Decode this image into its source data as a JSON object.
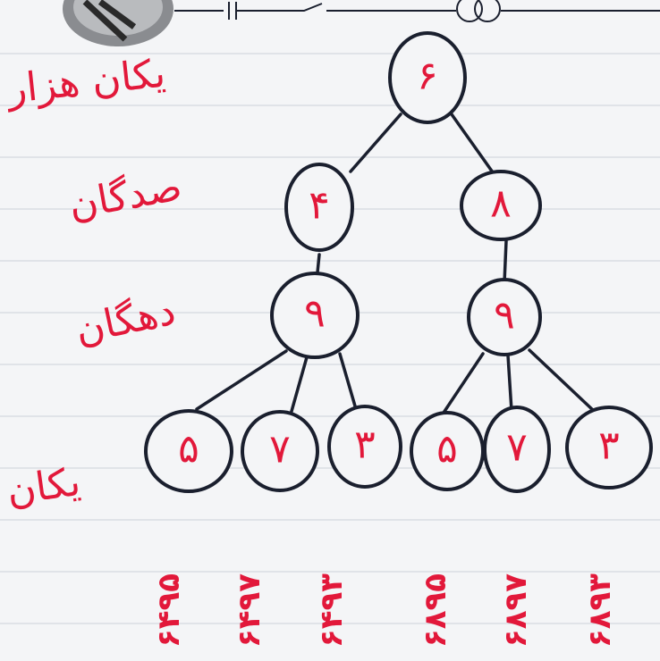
{
  "diagram": {
    "root": "۶",
    "level_hundreds": [
      "۴",
      "۸"
    ],
    "level_tens": [
      "۹",
      "۹"
    ],
    "leaves": [
      "۵",
      "۷",
      "۳",
      "۵",
      "۷",
      "۳"
    ]
  },
  "place_labels": {
    "thousands": "یکان هزار",
    "hundreds": "صدگان",
    "tens": "دهگان",
    "ones": "یکان"
  },
  "numbers": [
    "۶۴۹۵",
    "۶۴۹۷",
    "۶۴۹۳",
    "۶۸۹۵",
    "۶۸۹۷",
    "۶۸۹۳"
  ],
  "colors": {
    "ink": "#1a1f2e",
    "pen": "#e2183a",
    "paper": "#f4f5f7"
  }
}
